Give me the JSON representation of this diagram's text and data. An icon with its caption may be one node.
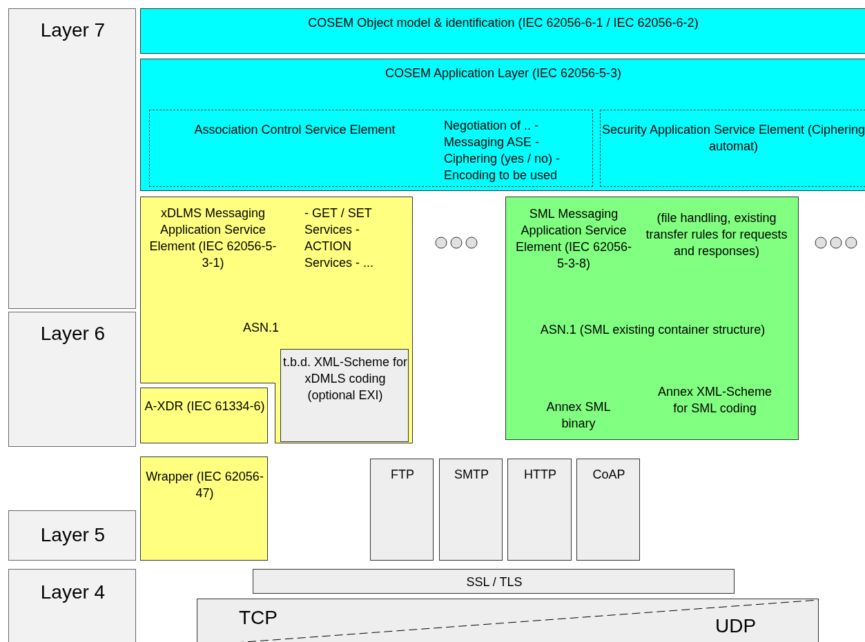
{
  "diagram": {
    "nodes": [
      {
        "text": [
          "Layer 7"
        ]
      },
      {
        "text": [
          "Layer 6"
        ]
      },
      {
        "text": [
          "Layer 5"
        ]
      },
      {
        "text": [
          "Layer 4"
        ]
      },
      {
        "text": [
          "COSEM Object model & identification (IEC 62056-6-1 / IEC 62056-6-2)"
        ]
      },
      {
        "text": [
          "COSEM Application Layer (IEC 62056-5-3)"
        ]
      },
      {
        "text": [
          "Association Control Service Element",
          "Negotiation of .. - Messaging ASE - Ciphering (yes / no) - Encoding to be used"
        ],
        "in": 5
      },
      {
        "text": [
          "Security Application Service Element (Ciphering automat)"
        ],
        "in": 5
      },
      {
        "text": [
          "xDLMS Messaging Application Service Element (IEC 62056-5-3-1)",
          "- GET / SET Services - ACTION Services - ...",
          "ASN.1"
        ]
      },
      {
        "text": [
          "t.b.d. XML-Scheme for xDMLS coding (optional EXI)"
        ],
        "in": 8
      },
      {
        "text": [
          "A-XDR (IEC 61334-6)"
        ]
      },
      {
        "text": [
          "SML Messaging Application Service Element (IEC 62056-5-3-8)",
          "(file handling, existing transfer rules for requests and responses)",
          "ASN.1 (SML existing container structure)",
          "Annex SML binary",
          "Annex XML-Scheme for SML coding"
        ]
      },
      {
        "text": [
          "Wrapper (IEC 62056-47)"
        ]
      },
      {
        "text": [
          "FTP"
        ]
      },
      {
        "text": [
          "SMTP"
        ]
      },
      {
        "text": [
          "HTTP"
        ]
      },
      {
        "text": [
          "CoAP"
        ]
      },
      {
        "text": [
          "SSL / TLS"
        ]
      },
      {
        "text": [
          "TCP",
          "UDP"
        ]
      }
    ]
  }
}
